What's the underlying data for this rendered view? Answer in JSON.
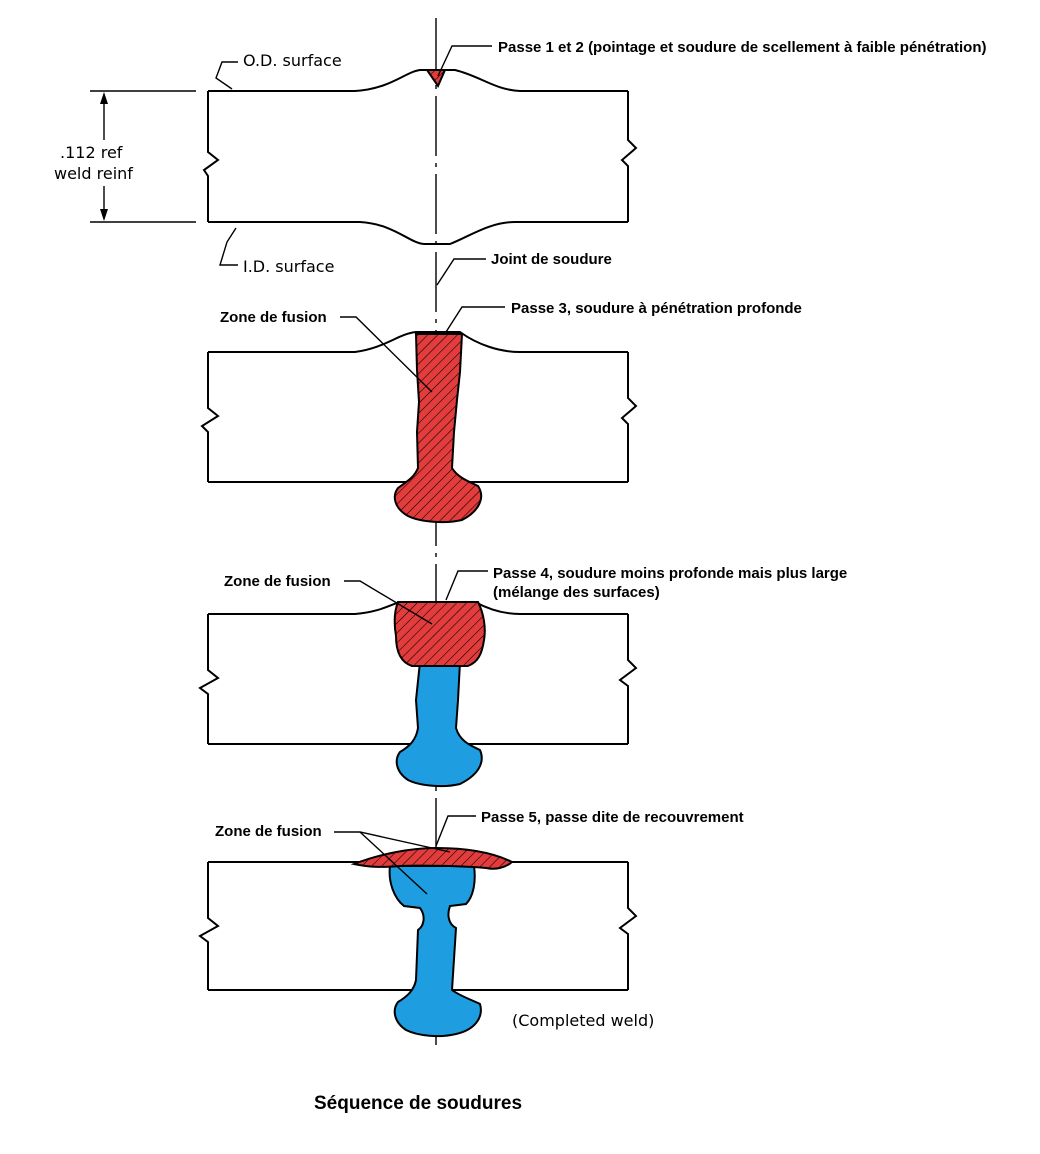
{
  "colors": {
    "red_pass": "#e23c3c",
    "blue_done": "#1e9ee0",
    "line": "#000000",
    "background": "#ffffff"
  },
  "top": {
    "od_surface": "O.D. surface",
    "id_surface": "I.D. surface",
    "dim_line1": ".112 ref",
    "dim_line2": "weld reinf",
    "pass_1_2": "Passe 1 et 2 (pointage et soudure de scellement à faible pénétration)",
    "weld_joint": "Joint de soudure"
  },
  "step3": {
    "pass_label": "Passe 3, soudure à pénétration profonde",
    "fusion_zone": "Zone de fusion"
  },
  "step4": {
    "pass_label_line1": "Passe 4, soudure moins profonde mais plus large",
    "pass_label_line2": "(mélange des surfaces)",
    "fusion_zone": "Zone de fusion"
  },
  "step5": {
    "pass_label": "Passe 5, passe dite de recouvrement",
    "fusion_zone": "Zone de fusion",
    "completed": "(Completed weld)"
  },
  "caption": "Séquence de soudures"
}
